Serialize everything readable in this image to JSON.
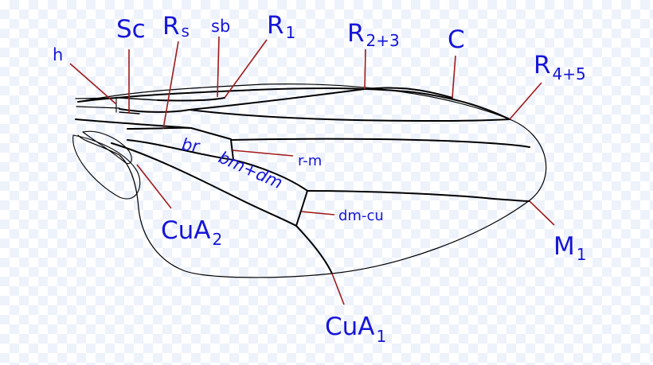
{
  "colors": {
    "label": "#1616d8",
    "leader_line": "#a01a1a",
    "vein": "#000000",
    "background": "#ffffff"
  },
  "labels": {
    "sc": "Sc",
    "rs_main": "R",
    "rs_sub": "s",
    "sb": "sb",
    "r1_main": "R",
    "r1_sub": "1",
    "r23_main": "R",
    "r23_sub": "2+3",
    "c": "C",
    "r45_main": "R",
    "r45_sub": "4+5",
    "h": "h",
    "br": "br",
    "rm": "r-m",
    "bmdm": "bm+dm",
    "dmcu": "dm-cu",
    "cua2_main": "CuA",
    "cua2_sub": "2",
    "m1_main": "M",
    "m1_sub": "1",
    "cua1_main": "CuA",
    "cua1_sub": "1"
  }
}
